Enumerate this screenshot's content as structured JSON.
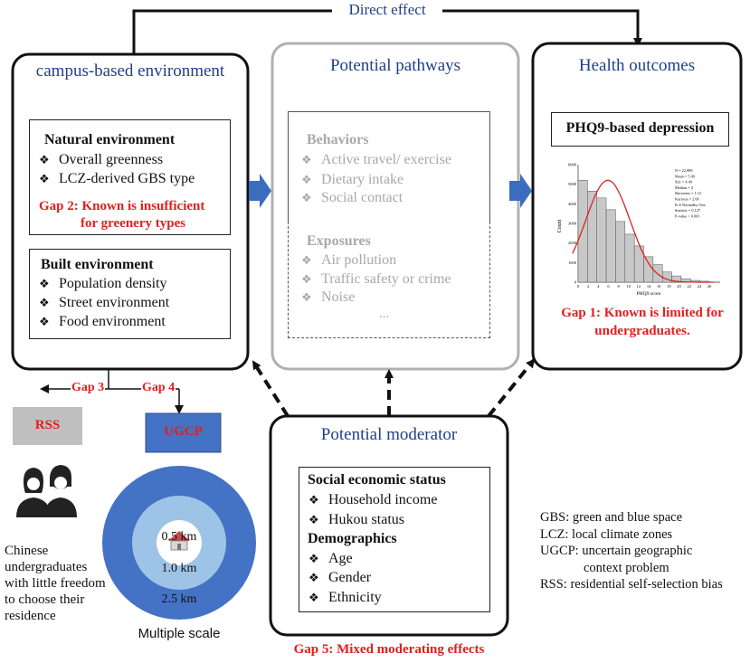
{
  "direct_effect": "Direct effect",
  "campus": {
    "title": "campus-based environment",
    "natural_heading": "Natural environment",
    "natural_items": [
      "Overall greenness",
      "LCZ-derived GBS type"
    ],
    "gap2_line1": "Gap 2:  Known is insufficient",
    "gap2_line2": "for greenery types",
    "built_heading": "Built  environment",
    "built_items": [
      "Population density",
      "Street environment",
      "Food environment"
    ]
  },
  "pathways": {
    "title": "Potential pathways",
    "behaviors_heading": "Behaviors",
    "behaviors_items": [
      "Active travel/ exercise",
      "Dietary intake",
      "Social contact"
    ],
    "exposures_heading": "Exposures",
    "exposures_items": [
      "Air pollution",
      "Traffic safety or crime",
      "Noise"
    ],
    "ellipsis": "..."
  },
  "health": {
    "title": "Health outcomes",
    "phq_label": "PHQ9-based depression",
    "gap1_line1": "Gap 1:  Known is limited for",
    "gap1_line2": "undergraduates.",
    "histogram": {
      "x_label": "PHQ9 score",
      "y_label": "Count",
      "y_ticks": [
        "0",
        "1000",
        "2000",
        "3000",
        "4000",
        "5000",
        "6000"
      ],
      "x_ticks": [
        "0",
        "2",
        "4",
        "6",
        "8",
        "10",
        "12",
        "14",
        "16",
        "18",
        "20",
        "22",
        "24",
        "26"
      ],
      "bar_values": [
        5200,
        4650,
        4300,
        3700,
        3100,
        2450,
        1850,
        1300,
        900,
        520,
        320,
        180,
        90,
        50
      ],
      "stats": [
        "N = 22,989",
        "Mean = 5.00",
        "Std. = 4.40",
        "Median = 4",
        "Skewness = 1.12",
        "Kurtosis = 2.66",
        "K-S Normality Test",
        "Statistic = 0.127",
        "P-value < 0.001"
      ],
      "colors": {
        "bar": "#c8c8c8",
        "curve": "#e0201e"
      }
    }
  },
  "moderator": {
    "title": "Potential moderator",
    "ses_heading": "Social economic status",
    "ses_items": [
      "Household income",
      "Hukou status"
    ],
    "demo_heading": "Demographics",
    "demo_items": [
      "Age",
      "Gender",
      "Ethnicity"
    ]
  },
  "gap3": "Gap 3",
  "gap4": "Gap 4",
  "gap5": "Gap 5: Mixed moderating effects",
  "rss_box": "RSS",
  "ugcp_box": "UGCP",
  "rings": {
    "r1": "0.5 km",
    "r2": "1.0 km",
    "r3": "2.5 km"
  },
  "multiple_scale": "Multiple scale",
  "chinese_text": [
    "Chinese",
    "undergraduates",
    "with little freedom",
    "to choose their",
    "residence"
  ],
  "glossary": [
    "GBS: green and blue space",
    "LCZ: local climate zones",
    "UGCP:  uncertain geographic",
    "context problem",
    "RSS:  residential self-selection bias"
  ],
  "colors": {
    "title_blue": "#1f3f8c",
    "gap_red": "#e0201e",
    "arrow_blue": "#3a6dbd",
    "ring_outer": "#4472c4",
    "ring_middle": "#9dc3e6",
    "ugcp_fill": "#4472c4",
    "rss_fill": "#bfbfbf"
  },
  "icons": [
    "people-icon",
    "building-icon"
  ]
}
